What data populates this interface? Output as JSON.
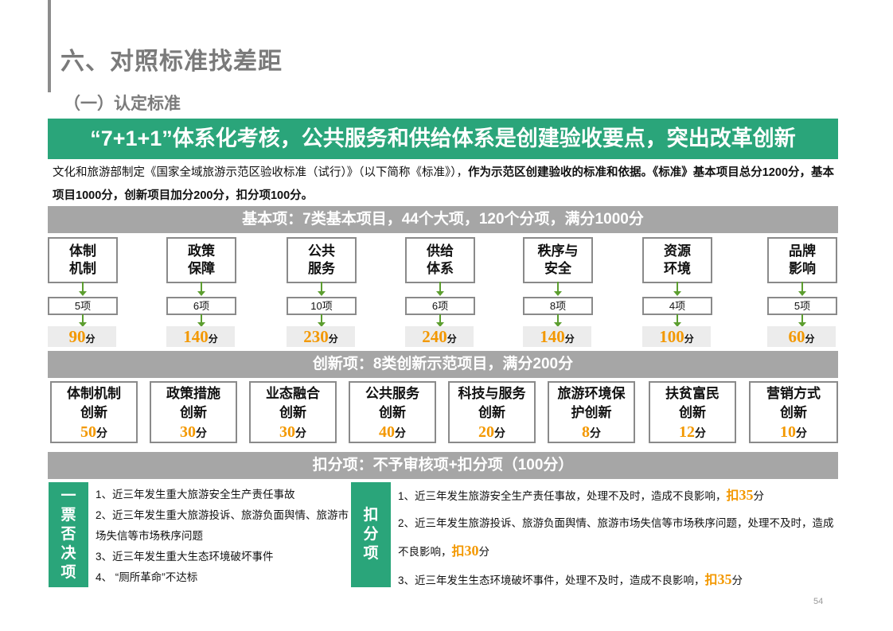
{
  "heading": "六、对照标准找差距",
  "subheading": "（一）认定标准",
  "banner": "“7+1+1”体系化考核，公共服务和供给体系是创建验收要点，突出改革创新",
  "intro": {
    "part1": "文化和旅游部制定《国家全域旅游示范区验收标准（试行）》（以下简称《标准》），",
    "part2": "作为示范区创建验收的标准和依据。《标准》基本项目总分1200分，基本项目1000分，创新项目加分200分，扣分项100分。"
  },
  "basic": {
    "header": "基本项：7类基本项目，44个大项，120个分项，满分1000分",
    "score_unit": "分",
    "items": [
      {
        "line1": "体制",
        "line2": "机制",
        "count": "5项",
        "score": "90"
      },
      {
        "line1": "政策",
        "line2": "保障",
        "count": "6项",
        "score": "140"
      },
      {
        "line1": "公共",
        "line2": "服务",
        "count": "10项",
        "score": "230"
      },
      {
        "line1": "供给",
        "line2": "体系",
        "count": "6项",
        "score": "240"
      },
      {
        "line1": "秩序与",
        "line2": "安全",
        "count": "8项",
        "score": "140"
      },
      {
        "line1": "资源",
        "line2": "环境",
        "count": "4项",
        "score": "100"
      },
      {
        "line1": "品牌",
        "line2": "影响",
        "count": "5项",
        "score": "60"
      }
    ]
  },
  "innovation": {
    "header": "创新项：8类创新示范项目，满分200分",
    "score_unit": "分",
    "items": [
      {
        "line1": "体制机制",
        "line2": "创新",
        "score": "50"
      },
      {
        "line1": "政策措施",
        "line2": "创新",
        "score": "30"
      },
      {
        "line1": "业态融合",
        "line2": "创新",
        "score": "30"
      },
      {
        "line1": "公共服务",
        "line2": "创新",
        "score": "40"
      },
      {
        "line1": "科技与服务",
        "line2": "创新",
        "score": "20"
      },
      {
        "line1": "旅游环境保",
        "line2": "护创新",
        "score": "8"
      },
      {
        "line1": "扶贫富民",
        "line2": "创新",
        "score": "12"
      },
      {
        "line1": "营销方式",
        "line2": "创新",
        "score": "10"
      }
    ]
  },
  "deduction": {
    "header": "扣分项：不予审核项+扣分项（100分）",
    "veto_tag": [
      "一",
      "票",
      "否",
      "决",
      "项"
    ],
    "veto_items": [
      "1、近三年发生重大旅游安全生产责任事故",
      "2、近三年发生重大旅游投诉、旅游负面舆情、旅游市场失信等市场秩序问题",
      "3、近三年发生重大生态环境破坏事件",
      "4、 “厕所革命”不达标"
    ],
    "deduct_tag": [
      "扣",
      "分",
      "项"
    ],
    "deduct_items": [
      {
        "text": "1、近三年发生旅游安全生产责任事故，处理不及时，造成不良影响，",
        "label": "扣",
        "amount": "35",
        "unit": "分"
      },
      {
        "text": "2、近三年发生旅游投诉、旅游负面舆情、旅游市场失信等市场秩序问题，处理不及时，造成不良影响，",
        "label": "扣",
        "amount": "30",
        "unit": "分"
      },
      {
        "text": "3、近三年发生生态环境破坏事件，处理不及时，造成不良影响，",
        "label": "扣",
        "amount": "35",
        "unit": "分"
      }
    ]
  },
  "page_number": "54",
  "colors": {
    "green": "#2aa57a",
    "gray_bar": "#a6a6a6",
    "orange": "#f39800",
    "arrow": "#5c9e2f"
  }
}
